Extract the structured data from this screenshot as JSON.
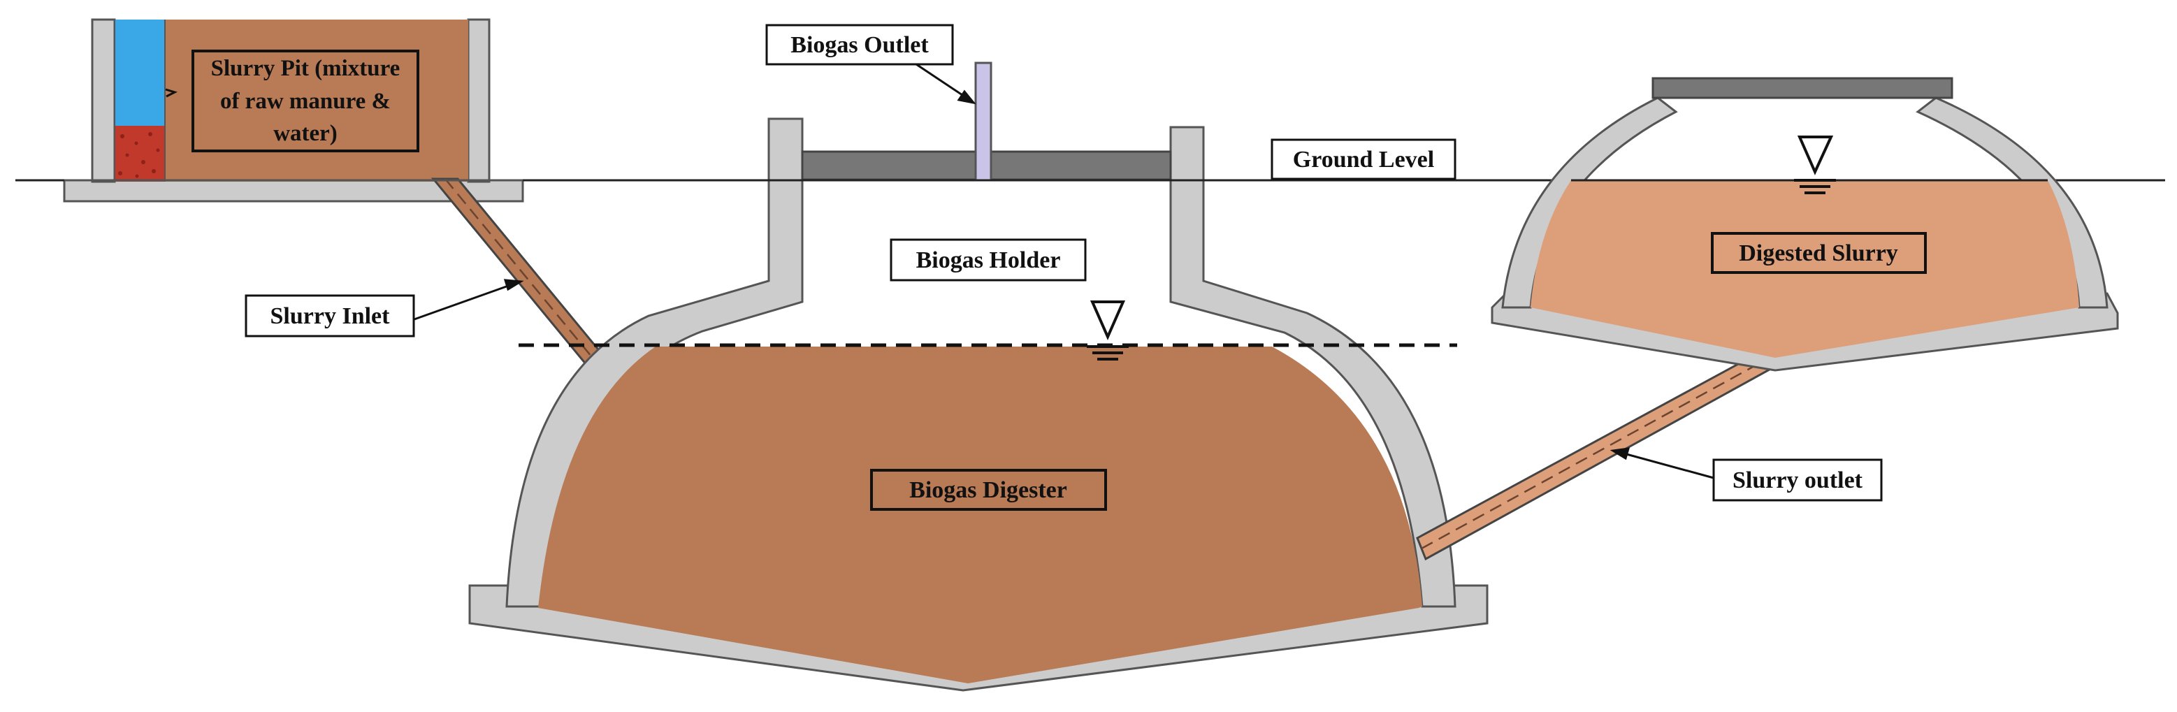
{
  "labels": {
    "slurry_pit": [
      "Slurry Pit (mixture",
      "of raw manure &",
      "water)"
    ],
    "biogas_outlet": "Biogas Outlet",
    "ground_level": "Ground Level",
    "biogas_holder": "Biogas Holder",
    "slurry_inlet": "Slurry Inlet",
    "biogas_digester": "Biogas Digester",
    "digested_slurry": "Digested Slurry",
    "slurry_outlet": "Slurry outlet"
  },
  "colors": {
    "wall": "#cccccc",
    "wall_stroke": "#555555",
    "slab": "#777777",
    "slurry": "#b87b55",
    "digested_slurry": "#dd9f7a",
    "water": "#3aa7e6",
    "manure": "#c0392b",
    "gas_pipe": "#c9c4e8"
  }
}
